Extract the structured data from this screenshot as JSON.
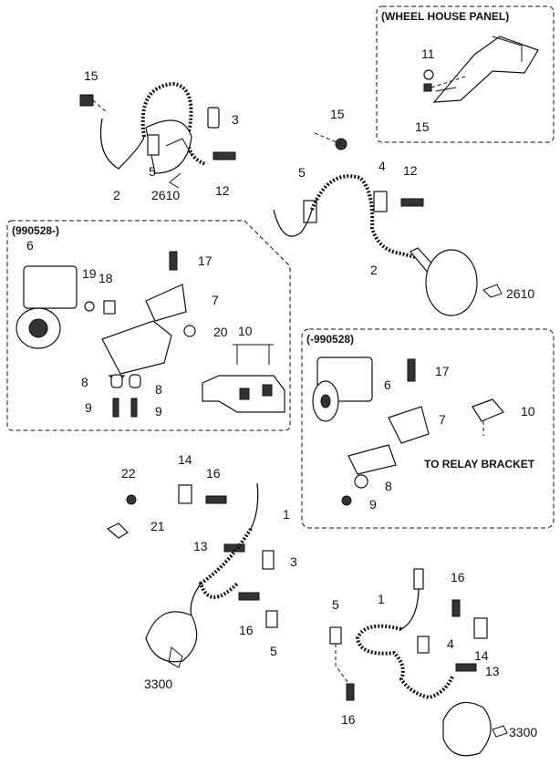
{
  "boxes": {
    "wheel_house": "(WHEEL HOUSE PANEL)",
    "variant_a": "(990528-)",
    "variant_b": "(-990528)"
  },
  "notes": {
    "relay": "TO RELAY BRACKET"
  },
  "labels": {
    "wh11": "11",
    "wh15": "15",
    "tl15": "15",
    "tl3": "3",
    "tl5": "5",
    "tl2": "2",
    "tl2610": "2610",
    "tl12": "12",
    "tr15": "15",
    "tr5": "5",
    "tr4": "4",
    "tr12": "12",
    "tr2": "2",
    "tr2610": "2610",
    "a6": "6",
    "a17": "17",
    "a19": "19",
    "a18": "18",
    "a7": "7",
    "a20": "20",
    "a10": "10",
    "a8l": "8",
    "a8r": "8",
    "a9l": "9",
    "a9r": "9",
    "b6": "6",
    "b17": "17",
    "b7": "7",
    "b10": "10",
    "b8": "8",
    "b9": "9",
    "bl22": "22",
    "bl14": "14",
    "bl16": "16",
    "bl1": "1",
    "bl21": "21",
    "bl13": "13",
    "bl3": "3",
    "bl16b": "16",
    "bl5": "5",
    "bl3300": "3300",
    "br16": "16",
    "br5": "5",
    "br1": "1",
    "br4": "4",
    "br14": "14",
    "br13": "13",
    "br16b": "16",
    "br3300": "3300"
  }
}
